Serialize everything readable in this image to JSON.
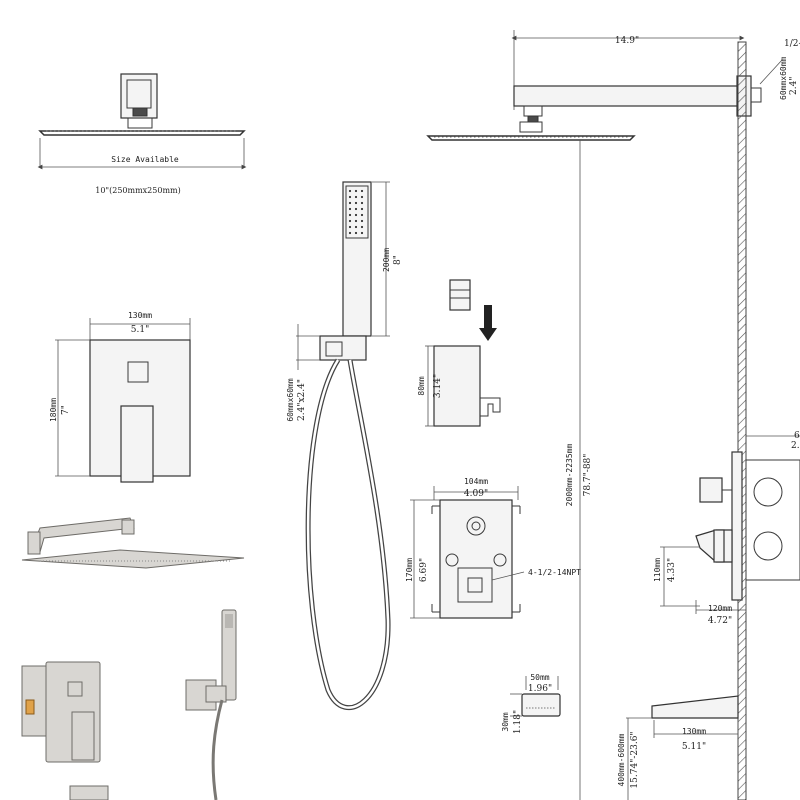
{
  "rain_head_detail": {
    "size_label": "Size Available",
    "size_value": "10\"(250mmx250mm)"
  },
  "arm_dims": {
    "arm_length": "14.9\"",
    "flange_mm": "60mmx60mm",
    "flange_in": "2.4\"",
    "thread": "1/2-"
  },
  "handheld": {
    "length_mm": "200mm",
    "length_in": "8\"",
    "holder_mm": "60mmx60mm",
    "holder_in": "2.4\"x2.4\""
  },
  "holder_bracket": {
    "height_mm": "80mm",
    "height_in": "3.14\""
  },
  "trim_plate": {
    "width_mm": "130mm",
    "width_in": "5.1\"",
    "height_mm": "180mm",
    "height_in": "7\""
  },
  "overall_height": {
    "mm": "2000mm-2235mm",
    "in": "78.7\"-88\""
  },
  "valve_body": {
    "width_mm": "104mm",
    "width_in": "4.09\"",
    "height_mm": "170mm",
    "height_in": "6.69\"",
    "ports": "4-1/2-14NPT"
  },
  "escutcheon": {
    "width_mm": "50mm",
    "width_in": "1.96\"",
    "depth_mm": "30mm",
    "depth_in": "1.18\""
  },
  "side_valve": {
    "height_mm": "110mm",
    "height_in": "4.33\"",
    "depth_mm": "120mm",
    "depth_in": "4.72\"",
    "partial_top": "6",
    "partial_bottom": "2."
  },
  "spout": {
    "length_mm": "130mm",
    "length_in": "5.11\"",
    "height_mm": "400mm-600mm",
    "height_in": "15.74\"-23.6\""
  }
}
